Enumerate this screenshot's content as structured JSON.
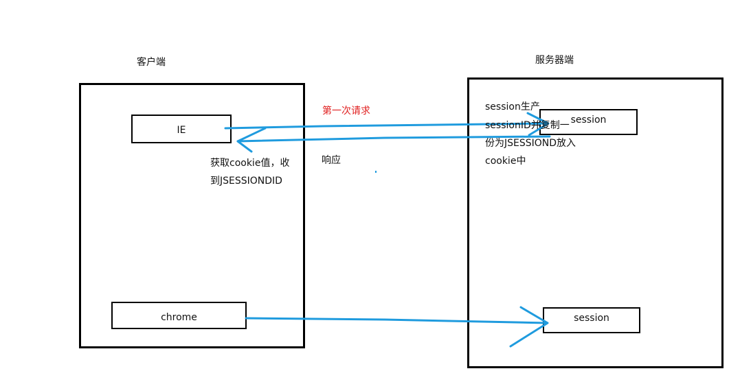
{
  "client": {
    "title": "客户端"
  },
  "server": {
    "title": "服务器端"
  },
  "boxes": {
    "ie": "IE",
    "chrome": "chrome",
    "session_top": "session",
    "session_bottom": "session"
  },
  "labels": {
    "first_request": "第一次请求",
    "response": "响应",
    "get_cookie": [
      "获取cookie值，收",
      "到JSESSIONDID"
    ],
    "server_note": [
      "session生产",
      "sessionID并复制一",
      "份为JSESSIOND放入",
      "cookie中"
    ]
  },
  "colors": {
    "arrow": "#1f9bde",
    "request_text": "#e02020",
    "border": "#000000"
  }
}
